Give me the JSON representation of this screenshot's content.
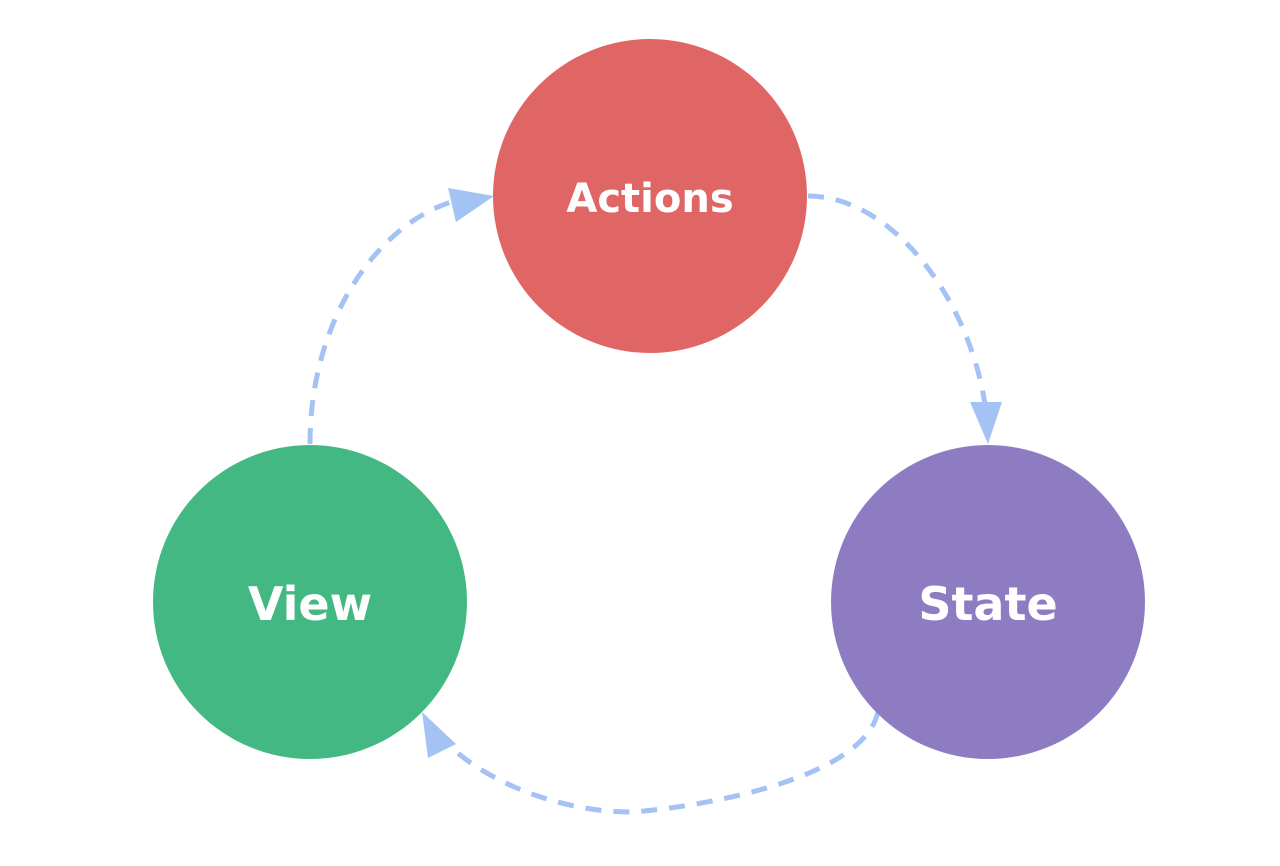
{
  "diagram": {
    "nodes": {
      "actions": {
        "label": "Actions",
        "color": "#e06666"
      },
      "state": {
        "label": "State",
        "color": "#8e7cc3"
      },
      "view": {
        "label": "View",
        "color": "#43b883"
      }
    },
    "edge_color": "#a4c2f4",
    "edges": [
      {
        "from": "Actions",
        "to": "State"
      },
      {
        "from": "State",
        "to": "View"
      },
      {
        "from": "View",
        "to": "Actions"
      }
    ]
  }
}
